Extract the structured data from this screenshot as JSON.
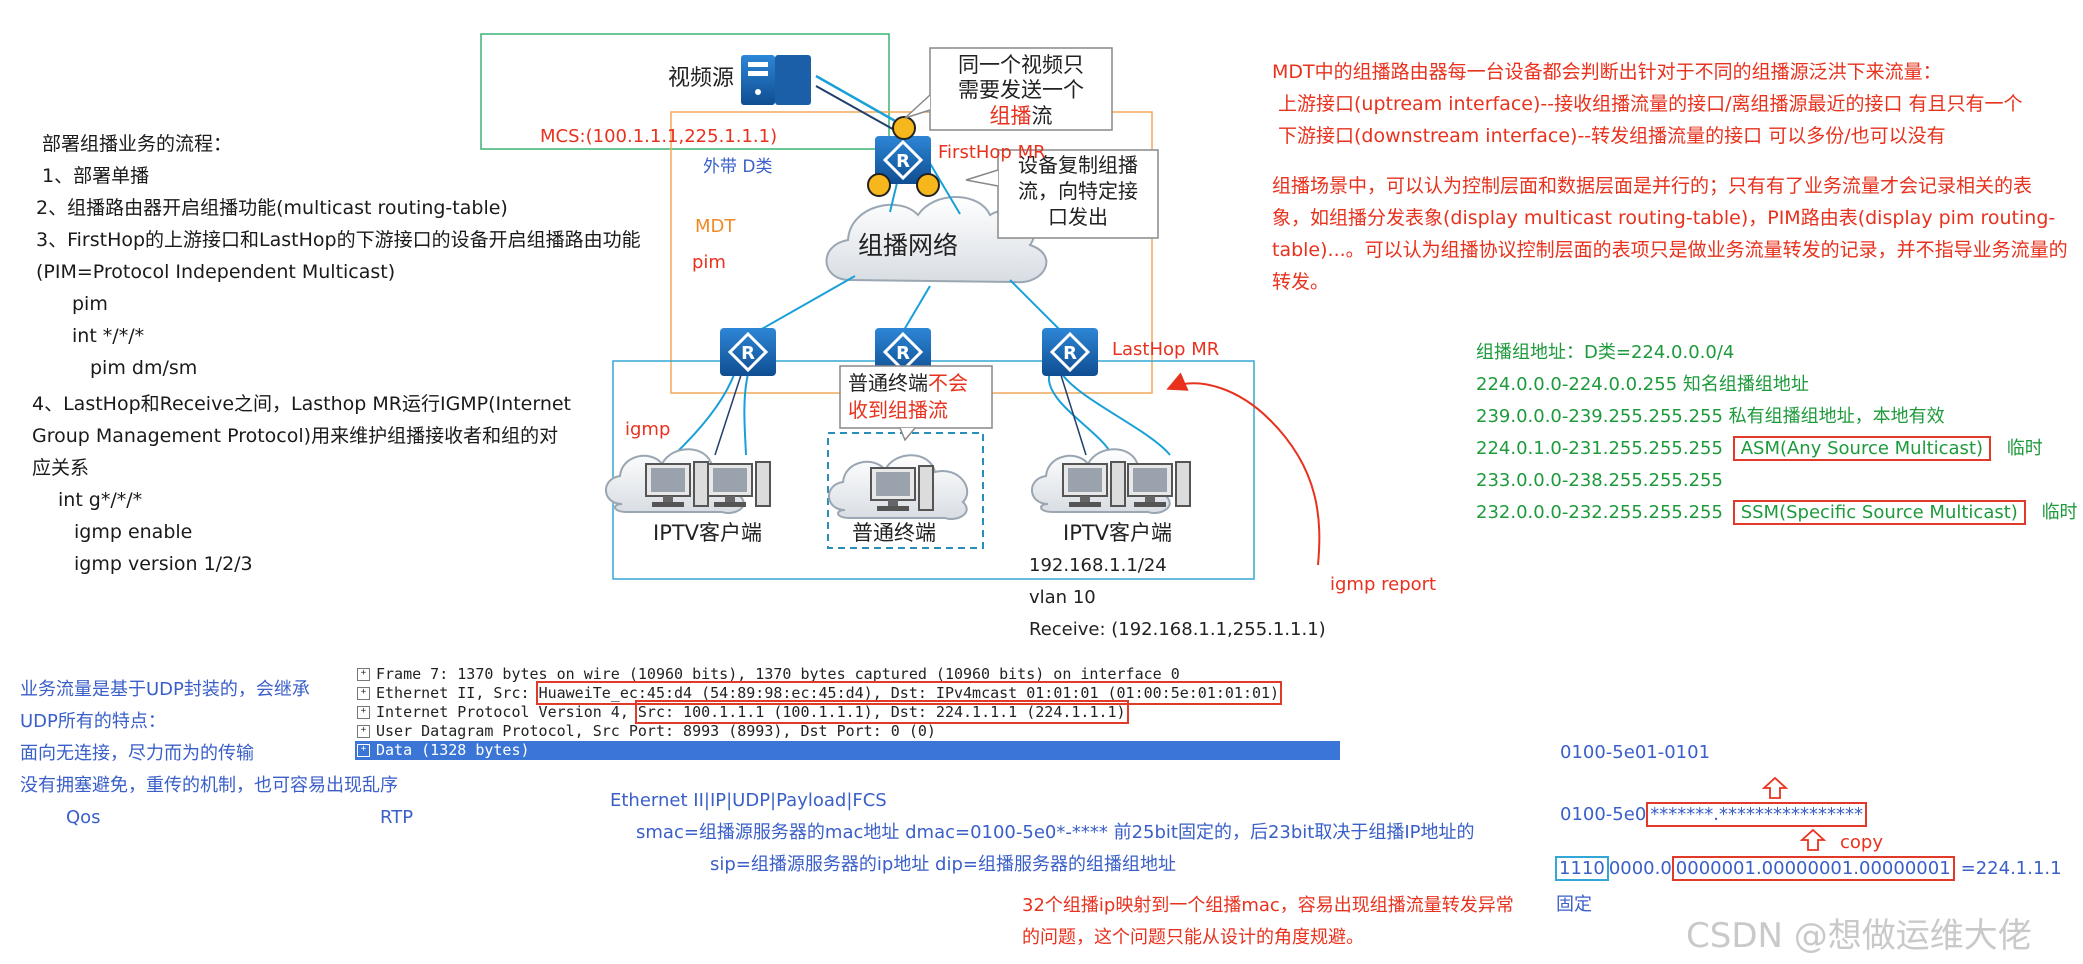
{
  "left_steps": {
    "title": "部署组播业务的流程：",
    "lines": [
      "1、部署单播",
      "2、组播路由器开启组播功能(multicast routing-table)",
      "3、FirstHop的上游接口和LastHop的下游接口的设备开启组播路由功能",
      "(PIM=Protocol Independent Multicast)",
      "pim",
      "int */*/*",
      "pim dm/sm",
      "4、LastHop和Receive之间，Lasthop MR运行IGMP(Internet",
      "Group Management Protocol)用来维护组播接收者和组的对",
      "应关系",
      "int g*/*/*",
      "igmp enable",
      "igmp version 1/2/3"
    ]
  },
  "diagram": {
    "video_source": "视频源",
    "mcs": "MCS:(100.1.1.1,225.1.1.1)",
    "outer_band": "外带  D类",
    "mdt": "MDT",
    "pim": "pim",
    "firsthop": "FirstHop MR",
    "lasthop": "LastHop MR",
    "cloud": "组播网络",
    "igmp": "igmp",
    "callout_top": [
      "同一个视频只",
      "需要发送一个",
      "组播流"
    ],
    "callout_top_red_word": "组播",
    "callout_copy": [
      "设备复制组播",
      "流，向特定接",
      "口发出"
    ],
    "callout_normal_prefix": "普通终端",
    "callout_normal_red1": "不会",
    "callout_normal_red2": "收到组播流",
    "iptv_left": "IPTV客户端",
    "normal_terminal": "普通终端",
    "iptv_right": "IPTV客户端",
    "receiver_ip": "192.168.1.1/24",
    "vlan": "vlan 10",
    "receive": "Receive: (192.168.1.1,255.1.1.1)",
    "igmp_report": "igmp report",
    "router_letter": "R"
  },
  "mdt_notes": {
    "line1": "MDT中的组播路由器每一台设备都会判断出针对于不同的组播源泛洪下来流量：",
    "line2": "上游接口(uptream interface)--接收组播流量的接口/离组播源最近的接口  有且只有一个",
    "line3": "下游接口(downstream interface)--转发组播流量的接口  可以多份/也可以没有",
    "para": [
      "组播场景中，可以认为控制层面和数据层面是并行的；只有有了业务流量才会记录相关的表",
      "象，如组播分发表象(display multicast routing-table)，PIM路由表(display pim routing-",
      "table)...。可以认为组播协议控制层面的表项只是做业务流量转发的记录，并不指导业务流量的",
      "转发。"
    ]
  },
  "address_notes": {
    "l1": "组播组地址：D类=224.0.0.0/4",
    "l2": "224.0.0.0-224.0.0.255  知名组播组地址",
    "l3": "239.0.0.0-239.255.255.255  私有组播组地址，本地有效",
    "l4_range": "224.0.1.0-231.255.255.255",
    "l4_box": "ASM(Any Source Multicast)",
    "l4_tail": "临时",
    "l5": "233.0.0.0-238.255.255.255",
    "l6_range": "232.0.0.0-232.255.255.255",
    "l6_box": "SSM(Specific Source Multicast)",
    "l6_tail": "临时"
  },
  "packet": {
    "rows": [
      "Frame 7: 1370 bytes on wire (10960 bits), 1370 bytes captured (10960 bits) on interface 0",
      "Ethernet II, Src: ",
      "Internet Protocol Version 4, ",
      "User Datagram Protocol, Src Port: 8993 (8993), Dst Port: 0 (0)",
      "Data (1328 bytes)"
    ],
    "eth_highlight": "HuaweiTe_ec:45:d4 (54:89:98:ec:45:d4), Dst: IPv4mcast_01:01:01 (01:00:5e:01:01:01)",
    "ip_highlight": "Src: 100.1.1.1 (100.1.1.1), Dst: 224.1.1.1 (224.1.1.1)",
    "expander": "+"
  },
  "udp_notes": {
    "lines": [
      "业务流量是基于UDP封装的，会继承",
      "UDP所有的特点：",
      "面向无连接，尽力而为的传输",
      "没有拥塞避免，重传的机制，也可容易出现乱序"
    ],
    "qos": "Qos",
    "rtp": "RTP"
  },
  "frame_notes": {
    "l1": "Ethernet II|IP|UDP|Payload|FCS",
    "l2": "smac=组播源服务器的mac地址  dmac=0100-5e0*-****  前25bit固定的，后23bit取决于组播IP地址的",
    "l3": "sip=组播源服务器的ip地址  dip=组播服务器的组播组地址",
    "warn1": "32个组播ip映射到一个组播mac，容易出现组播流量转发异常",
    "warn2": "的问题，这个问题只能从设计的角度规避。"
  },
  "mac_notes": {
    "mac1": "0100-5e01-0101",
    "mac2_prefix": "0100-5e0",
    "mac2_box": "*******.****************",
    "copy": "copy",
    "bits_box1": "1110",
    "bits_mid": "0000.0",
    "bits_box2": "0000001.00000001.00000001",
    "bits_tail": "=224.1.1.1",
    "fixed": "固定"
  },
  "watermark": "CSDN @想做运维大佬",
  "colors": {
    "red": "#e8321e",
    "green": "#1e9a3c",
    "blue": "#3a5fc8",
    "router_blue": "#1f6fb8",
    "orange": "#f08a24",
    "line_cyan": "#1aa0d8"
  }
}
